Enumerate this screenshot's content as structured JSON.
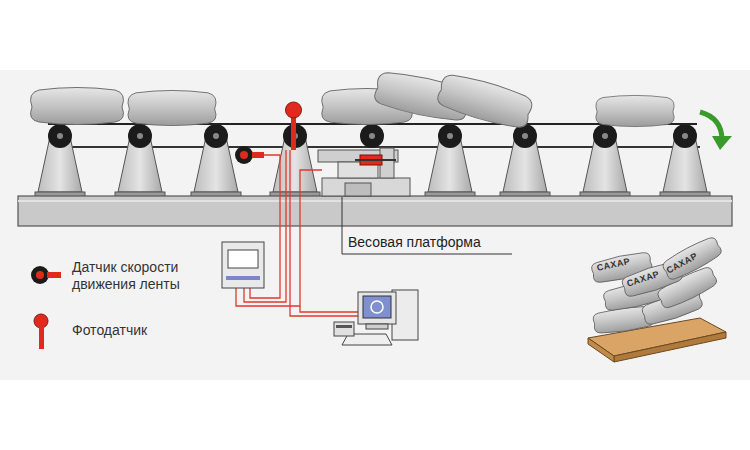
{
  "diagram": {
    "labels": [
      "Весовая платформа",
      "САХАР",
      "САХАР",
      "САХАР"
    ],
    "legend": [
      {
        "text": "Датчик скорости движения ленты"
      },
      {
        "text": "Фотодатчик"
      }
    ]
  }
}
